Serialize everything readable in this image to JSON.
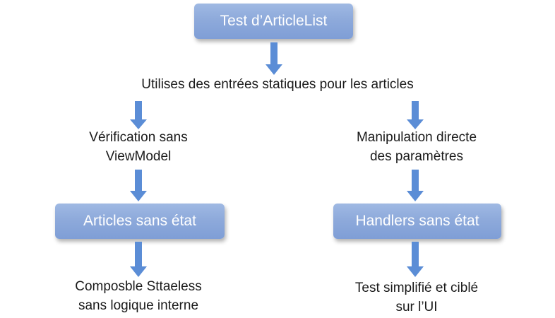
{
  "colors": {
    "box_fill": "#8eaadb",
    "arrow_fill": "#5b8dd6",
    "text": "#1a1a1a"
  },
  "nodes": {
    "root": "Test d’ArticleList",
    "static_entries": "Utilises des  entrées statiques pour les articles",
    "verify_line1": "Vérification sans",
    "verify_line2": "ViewModel",
    "manip_line1": "Manipulation directe",
    "manip_line2": "des paramètres",
    "articles_box": "Articles sans état",
    "handlers_box": "Handlers sans état",
    "composable_line1": "Composble Sttaeless",
    "composable_line2": "sans logique interne",
    "test_line1": "Test simplifié et ciblé",
    "test_line2": "sur l’UI"
  }
}
